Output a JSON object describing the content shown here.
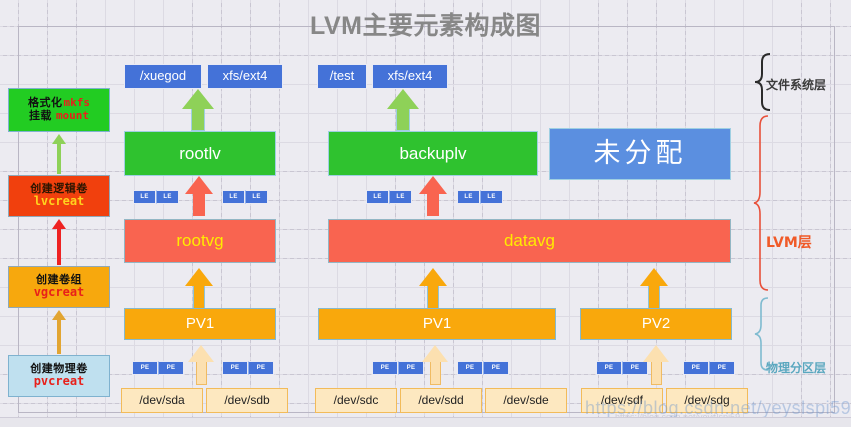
{
  "title": "LVM主要元素构成图",
  "colors": {
    "filesystem_blue": "#4472d8",
    "lv_green": "#2fc22f",
    "unallocated_blue": "#5b8fe0",
    "vg_red": "#f96450",
    "pv_orange": "#f9a80c",
    "device_cream": "#fde8c0",
    "mkfs_green": "#22cc22",
    "lvcreat_red": "#f1400d",
    "vgcreat_orange": "#f7a80d",
    "pvcreat_lightblue": "#bfe0ef",
    "background": "#ecebf1"
  },
  "commands": [
    {
      "cn": "格式化mkfs",
      "cn2": "挂载  mount",
      "code": "",
      "name": "mkfs-mount"
    },
    {
      "cn": "创建逻辑卷",
      "code": "lvcreat",
      "name": "lvcreat"
    },
    {
      "cn": "创建卷组",
      "code": "vgcreat",
      "name": "vgcreat"
    },
    {
      "cn": "创建物理卷",
      "code": "pvcreat",
      "name": "pvcreat"
    }
  ],
  "command_labels": {
    "mkfs_cn": "格式化",
    "mkfs_code": "mkfs",
    "mount_cn": "挂载",
    "mount_code": "mount",
    "lv_cn": "创建逻辑卷",
    "lv_code": "lvcreat",
    "vg_cn": "创建卷组",
    "vg_code": "vgcreat",
    "pv_cn": "创建物理卷",
    "pv_code": "pvcreat"
  },
  "filesystem_row": [
    {
      "mount": "/xuegod",
      "fstype": "xfs/ext4"
    },
    {
      "mount": "/test",
      "fstype": "xfs/ext4"
    }
  ],
  "logical_volumes": [
    {
      "label": "rootlv"
    },
    {
      "label": "backuplv"
    }
  ],
  "unallocated": {
    "label": "未分配"
  },
  "le_chips": {
    "label": "LE"
  },
  "pe_chips": {
    "label": "PE"
  },
  "volume_groups": [
    {
      "label": "rootvg"
    },
    {
      "label": "datavg"
    }
  ],
  "physical_volumes": [
    {
      "label": "PV1"
    },
    {
      "label": "PV1"
    },
    {
      "label": "PV2"
    }
  ],
  "devices": [
    {
      "label": "/dev/sda"
    },
    {
      "label": "/dev/sdb"
    },
    {
      "label": "/dev/sdc"
    },
    {
      "label": "/dev/sdd"
    },
    {
      "label": "/dev/sde"
    },
    {
      "label": "/dev/sdf"
    },
    {
      "label": "/dev/sdg"
    }
  ],
  "layers": [
    {
      "label": "文件系统层",
      "name": "filesystem-layer"
    },
    {
      "label": "LVM层",
      "name": "lvm-layer"
    },
    {
      "label": "物理分区层",
      "name": "physical-partition-layer"
    }
  ],
  "watermark": {
    "text": "https://blog.csdn.net/yeyslspi59",
    "text2": "https://blog.csdn.net/yeyslspi59"
  }
}
